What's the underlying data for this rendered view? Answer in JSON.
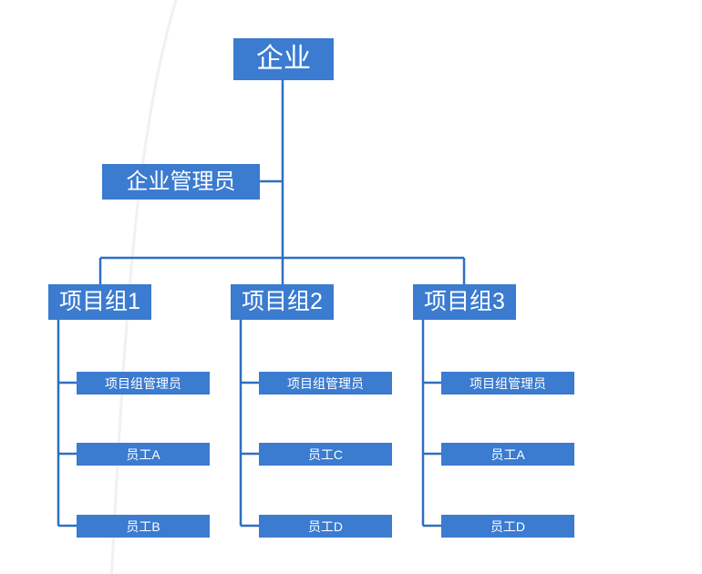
{
  "diagram": {
    "type": "org-chart",
    "title_text": "",
    "colors": {
      "node_fill": "#3B7BD0",
      "node_text": "#FFFFFF",
      "connector": "#2F6FC0",
      "background": "#FFFFFF",
      "watermark": "#F0F0F0"
    },
    "root": {
      "label": "企业"
    },
    "admin": {
      "label": "企业管理员"
    },
    "groups": [
      {
        "label": "项目组1",
        "children": [
          {
            "label": "项目组管理员"
          },
          {
            "label": "员工A"
          },
          {
            "label": "员工B"
          }
        ]
      },
      {
        "label": "项目组2",
        "children": [
          {
            "label": "项目组管理员"
          },
          {
            "label": "员工C"
          },
          {
            "label": "员工D"
          }
        ]
      },
      {
        "label": "项目组3",
        "children": [
          {
            "label": "项目组管理员"
          },
          {
            "label": "员工A"
          },
          {
            "label": "员工D"
          }
        ]
      }
    ]
  }
}
